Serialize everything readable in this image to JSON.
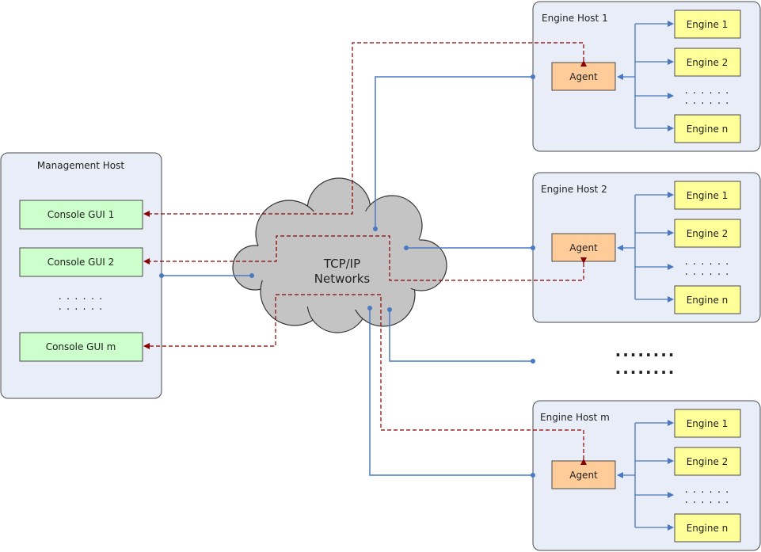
{
  "management_host": {
    "title": "Management Host",
    "consoles": [
      "Console GUI 1",
      "Console GUI 2",
      "Console GUI m"
    ],
    "ellipsis_1": ". . . . . .",
    "ellipsis_2": ". . . . . ."
  },
  "network": {
    "line1": "TCP/IP",
    "line2": "Networks"
  },
  "engine_hosts": [
    {
      "title": "Engine Host 1",
      "agent": "Agent",
      "engines": [
        "Engine 1",
        "Engine 2",
        "Engine n"
      ],
      "ellipsis_1": ". . . . . .",
      "ellipsis_2": ". . . . . ."
    },
    {
      "title": "Engine Host 2",
      "agent": "Agent",
      "engines": [
        "Engine 1",
        "Engine 2",
        "Engine n"
      ],
      "ellipsis_1": ". . . . . .",
      "ellipsis_2": ". . . . . ."
    },
    {
      "title": "Engine Host m",
      "agent": "Agent",
      "engines": [
        "Engine 1",
        "Engine 2",
        "Engine n"
      ],
      "ellipsis_1": ". . . . . .",
      "ellipsis_2": ". . . . . ."
    }
  ],
  "more_hosts": {
    "row1": "........",
    "row2": "........"
  },
  "colors": {
    "host_fill": "#e8edf7",
    "host_stroke": "#4a4a4a",
    "console_fill": "#ccffcc",
    "engine_fill": "#ffff99",
    "agent_fill": "#ffcc99",
    "cloud_fill": "#c4c4c4",
    "solid_line": "#4a78c2",
    "dashed_line": "#8b0000"
  }
}
